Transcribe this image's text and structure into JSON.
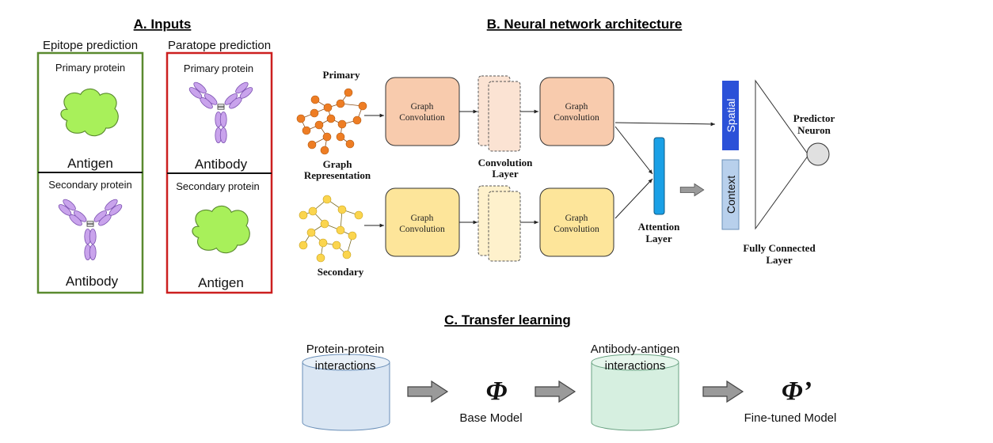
{
  "inputs": {
    "title": "A. Inputs",
    "epitope": {
      "title": "Epitope prediction",
      "primary_label": "Primary protein",
      "primary_molecule": "Antigen",
      "secondary_label": "Secondary protein",
      "secondary_molecule": "Antibody"
    },
    "paratope": {
      "title": "Paratope prediction",
      "primary_label": "Primary protein",
      "primary_molecule": "Antibody",
      "secondary_label": "Secondary protein",
      "secondary_molecule": "Antigen"
    }
  },
  "architecture": {
    "title": "B. Neural network architecture",
    "primary_label": "Primary",
    "graph_repr_line1": "Graph",
    "graph_repr_line2": "Representation",
    "secondary_label": "Secondary",
    "graph_conv_line1": "Graph",
    "graph_conv_line2": "Convolution",
    "conv_layer_line1": "Convolution",
    "conv_layer_line2": "Layer",
    "attention_line1": "Attention",
    "attention_line2": "Layer",
    "spatial": "Spatial",
    "context": "Context",
    "fc_line1": "Fully Connected",
    "fc_line2": "Layer",
    "predictor_line1": "Predictor",
    "predictor_line2": "Neuron"
  },
  "transfer": {
    "title": "C. Transfer learning",
    "db1_line1": "Protein-protein",
    "db1_line2": "interactions",
    "phi": "Φ",
    "base_model": "Base Model",
    "db2_line1": "Antibody-antigen",
    "db2_line2": "interactions",
    "phi_prime": "Φ’",
    "finetuned": "Fine-tuned Model"
  },
  "colors": {
    "epitope_border": "#5a8a2f",
    "paratope_border": "#cc1f1f",
    "antigen_fill": "#a8f05a",
    "antibody_fill": "#c9a3ec",
    "primary_node": "#ee7d24",
    "secondary_node": "#fbd54e",
    "primary_conv": "#f8cbad",
    "secondary_conv": "#fde59a",
    "attention": "#1aa0e6",
    "spatial": "#2b51d8",
    "context": "#b8d0ec",
    "db1": "#dae6f3",
    "db2": "#d6efe0"
  }
}
